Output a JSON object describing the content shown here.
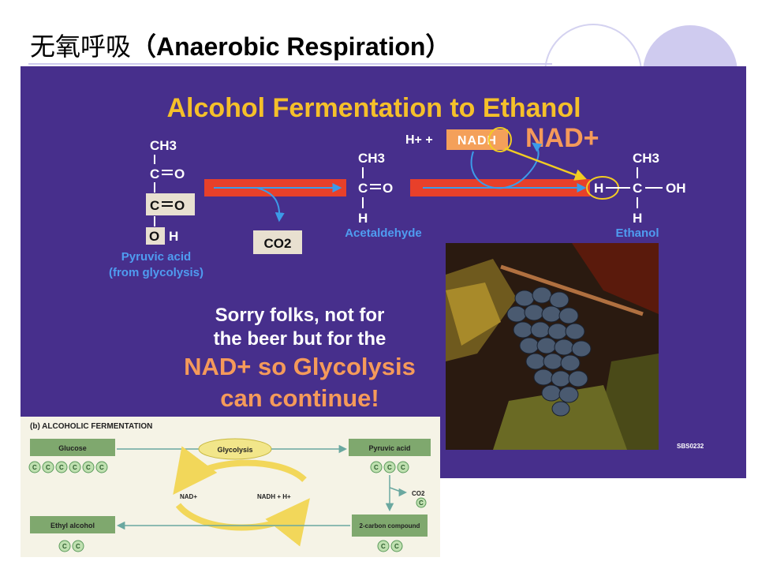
{
  "slide": {
    "title_cn": "无氧呼吸",
    "title_en": "（Anaerobic Respiration）"
  },
  "panel": {
    "heading": "Alcohol Fermentation to Ethanol",
    "pyruvic": {
      "ch3": "CH3",
      "c1": "C",
      "o1": "O",
      "c2": "C",
      "o2": "O",
      "oh_o": "O",
      "oh_h": "H",
      "label1": "Pyruvic acid",
      "label2": "(from glycolysis)"
    },
    "co2": "CO2",
    "acetaldehyde": {
      "ch3": "CH3",
      "c": "C",
      "o": "O",
      "h": "H",
      "label": "Acetaldehyde"
    },
    "cofactor": {
      "hplus": "H+ +",
      "nadh": "NADH",
      "nad": "NAD+"
    },
    "ethanol": {
      "ch3": "CH3",
      "h_left": "H",
      "c": "C",
      "oh": "OH",
      "h_bottom": "H",
      "label": "Ethanol"
    },
    "sorry": {
      "line1": "Sorry folks, not for",
      "line2": "the beer but for the",
      "line3": "NAD+ so Glycolysis",
      "line4": "can continue!"
    },
    "photo_code": "SBS0232"
  },
  "fermentation_diagram": {
    "title": "(b) ALCOHOLIC FERMENTATION",
    "glucose": "Glucose",
    "glycolysis": "Glycolysis",
    "pyruvic": "Pyruvic acid",
    "nad": "NAD+",
    "nadh": "NADH + H+",
    "co2": "CO2",
    "two_carbon": "2-carbon compound",
    "ethyl": "Ethyl alcohol",
    "carbon_symbol": "C"
  },
  "colors": {
    "panel_bg": "#472f8c",
    "heading": "#f5c02a",
    "label_blue": "#4f9cf0",
    "arrow_red": "#e8402a",
    "nadh_box": "#f4a05a",
    "accent_orange": "#f59a5a",
    "ring_yellow": "#f2cc22"
  }
}
